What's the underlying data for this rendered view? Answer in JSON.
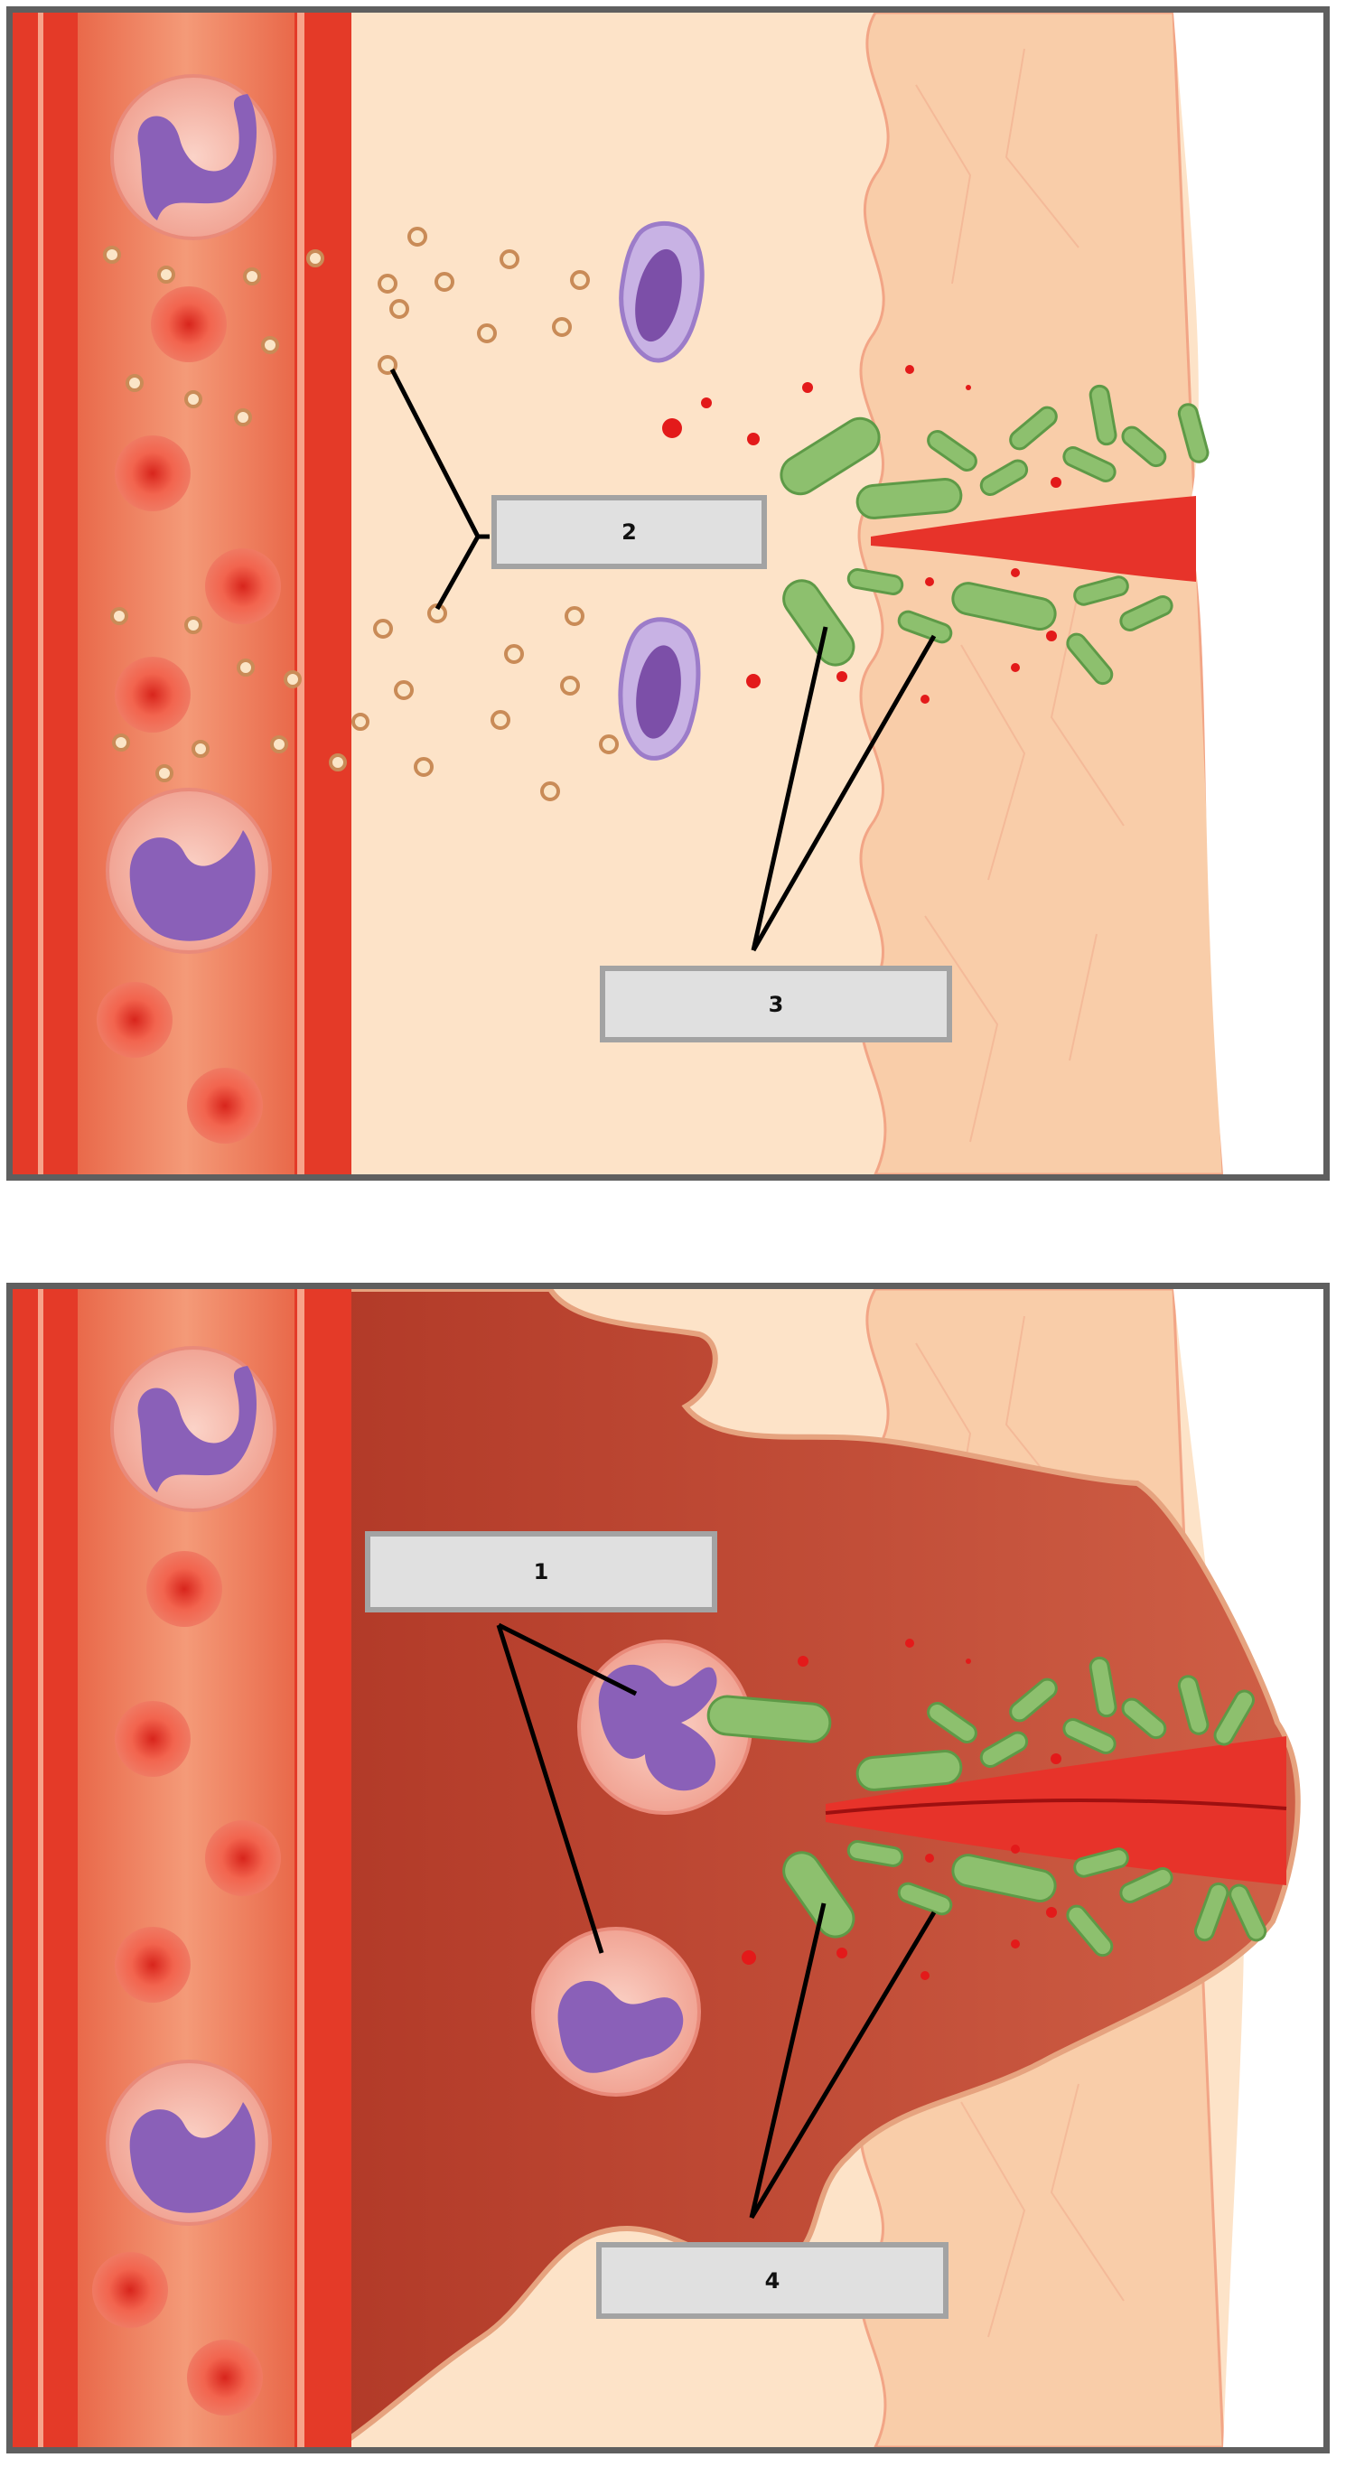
{
  "panels": [
    {
      "label": "2",
      "label_b": "3"
    },
    {
      "label": "1",
      "label_b": "4"
    }
  ],
  "colors": {
    "vessel_wall": "#e63a2b",
    "vessel_lumen": "#f08a6a",
    "interstitial": "#fde3c8",
    "skin": "#f8c8a5",
    "exudate": "#b8432e",
    "bacteria": "#8dc06e",
    "neutrophil_nucleus": "#8a60b8",
    "red_cell": "#ee4f3a",
    "label_fill": "#e0e0e0",
    "label_border": "#a3a3a3"
  },
  "icons": [
    "red-blood-cell-icon",
    "neutrophil-icon",
    "mast-cell-icon",
    "chemical-mediator-icon",
    "bacterium-icon"
  ]
}
